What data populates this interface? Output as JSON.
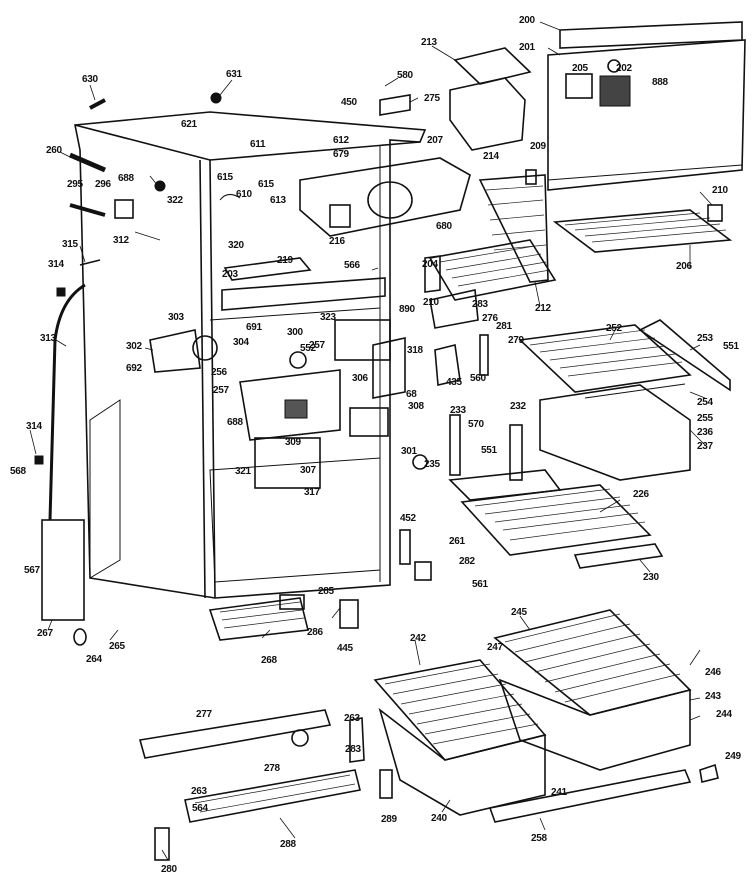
{
  "diagram": {
    "callouts": [
      "200",
      "201",
      "213",
      "580",
      "205",
      "202",
      "888",
      "630",
      "631",
      "450",
      "275",
      "621",
      "214",
      "612",
      "679",
      "207",
      "611",
      "260",
      "615",
      "610",
      "613",
      "322",
      "209",
      "615",
      "295",
      "296",
      "688",
      "680",
      "210",
      "320",
      "216",
      "312",
      "315",
      "219",
      "566",
      "206",
      "314",
      "203",
      "204",
      "210",
      "283",
      "212",
      "890",
      "691",
      "303",
      "323",
      "276",
      "281",
      "300",
      "257",
      "318",
      "279",
      "302",
      "304",
      "552",
      "256",
      "306",
      "435",
      "560",
      "692",
      "68",
      "257",
      "308",
      "233",
      "570",
      "232",
      "688",
      "301",
      "551",
      "235",
      "309",
      "307",
      "317",
      "321",
      "314",
      "568",
      "226",
      "313",
      "452",
      "261",
      "282",
      "561",
      "567",
      "285",
      "286",
      "267",
      "230",
      "264",
      "265",
      "268",
      "445",
      "242",
      "247",
      "245",
      "246",
      "243",
      "244",
      "277",
      "263",
      "278",
      "283",
      "564",
      "263",
      "249",
      "289",
      "240",
      "241",
      "288",
      "258",
      "280",
      "252",
      "253",
      "551",
      "254",
      "255",
      "236",
      "237"
    ]
  }
}
